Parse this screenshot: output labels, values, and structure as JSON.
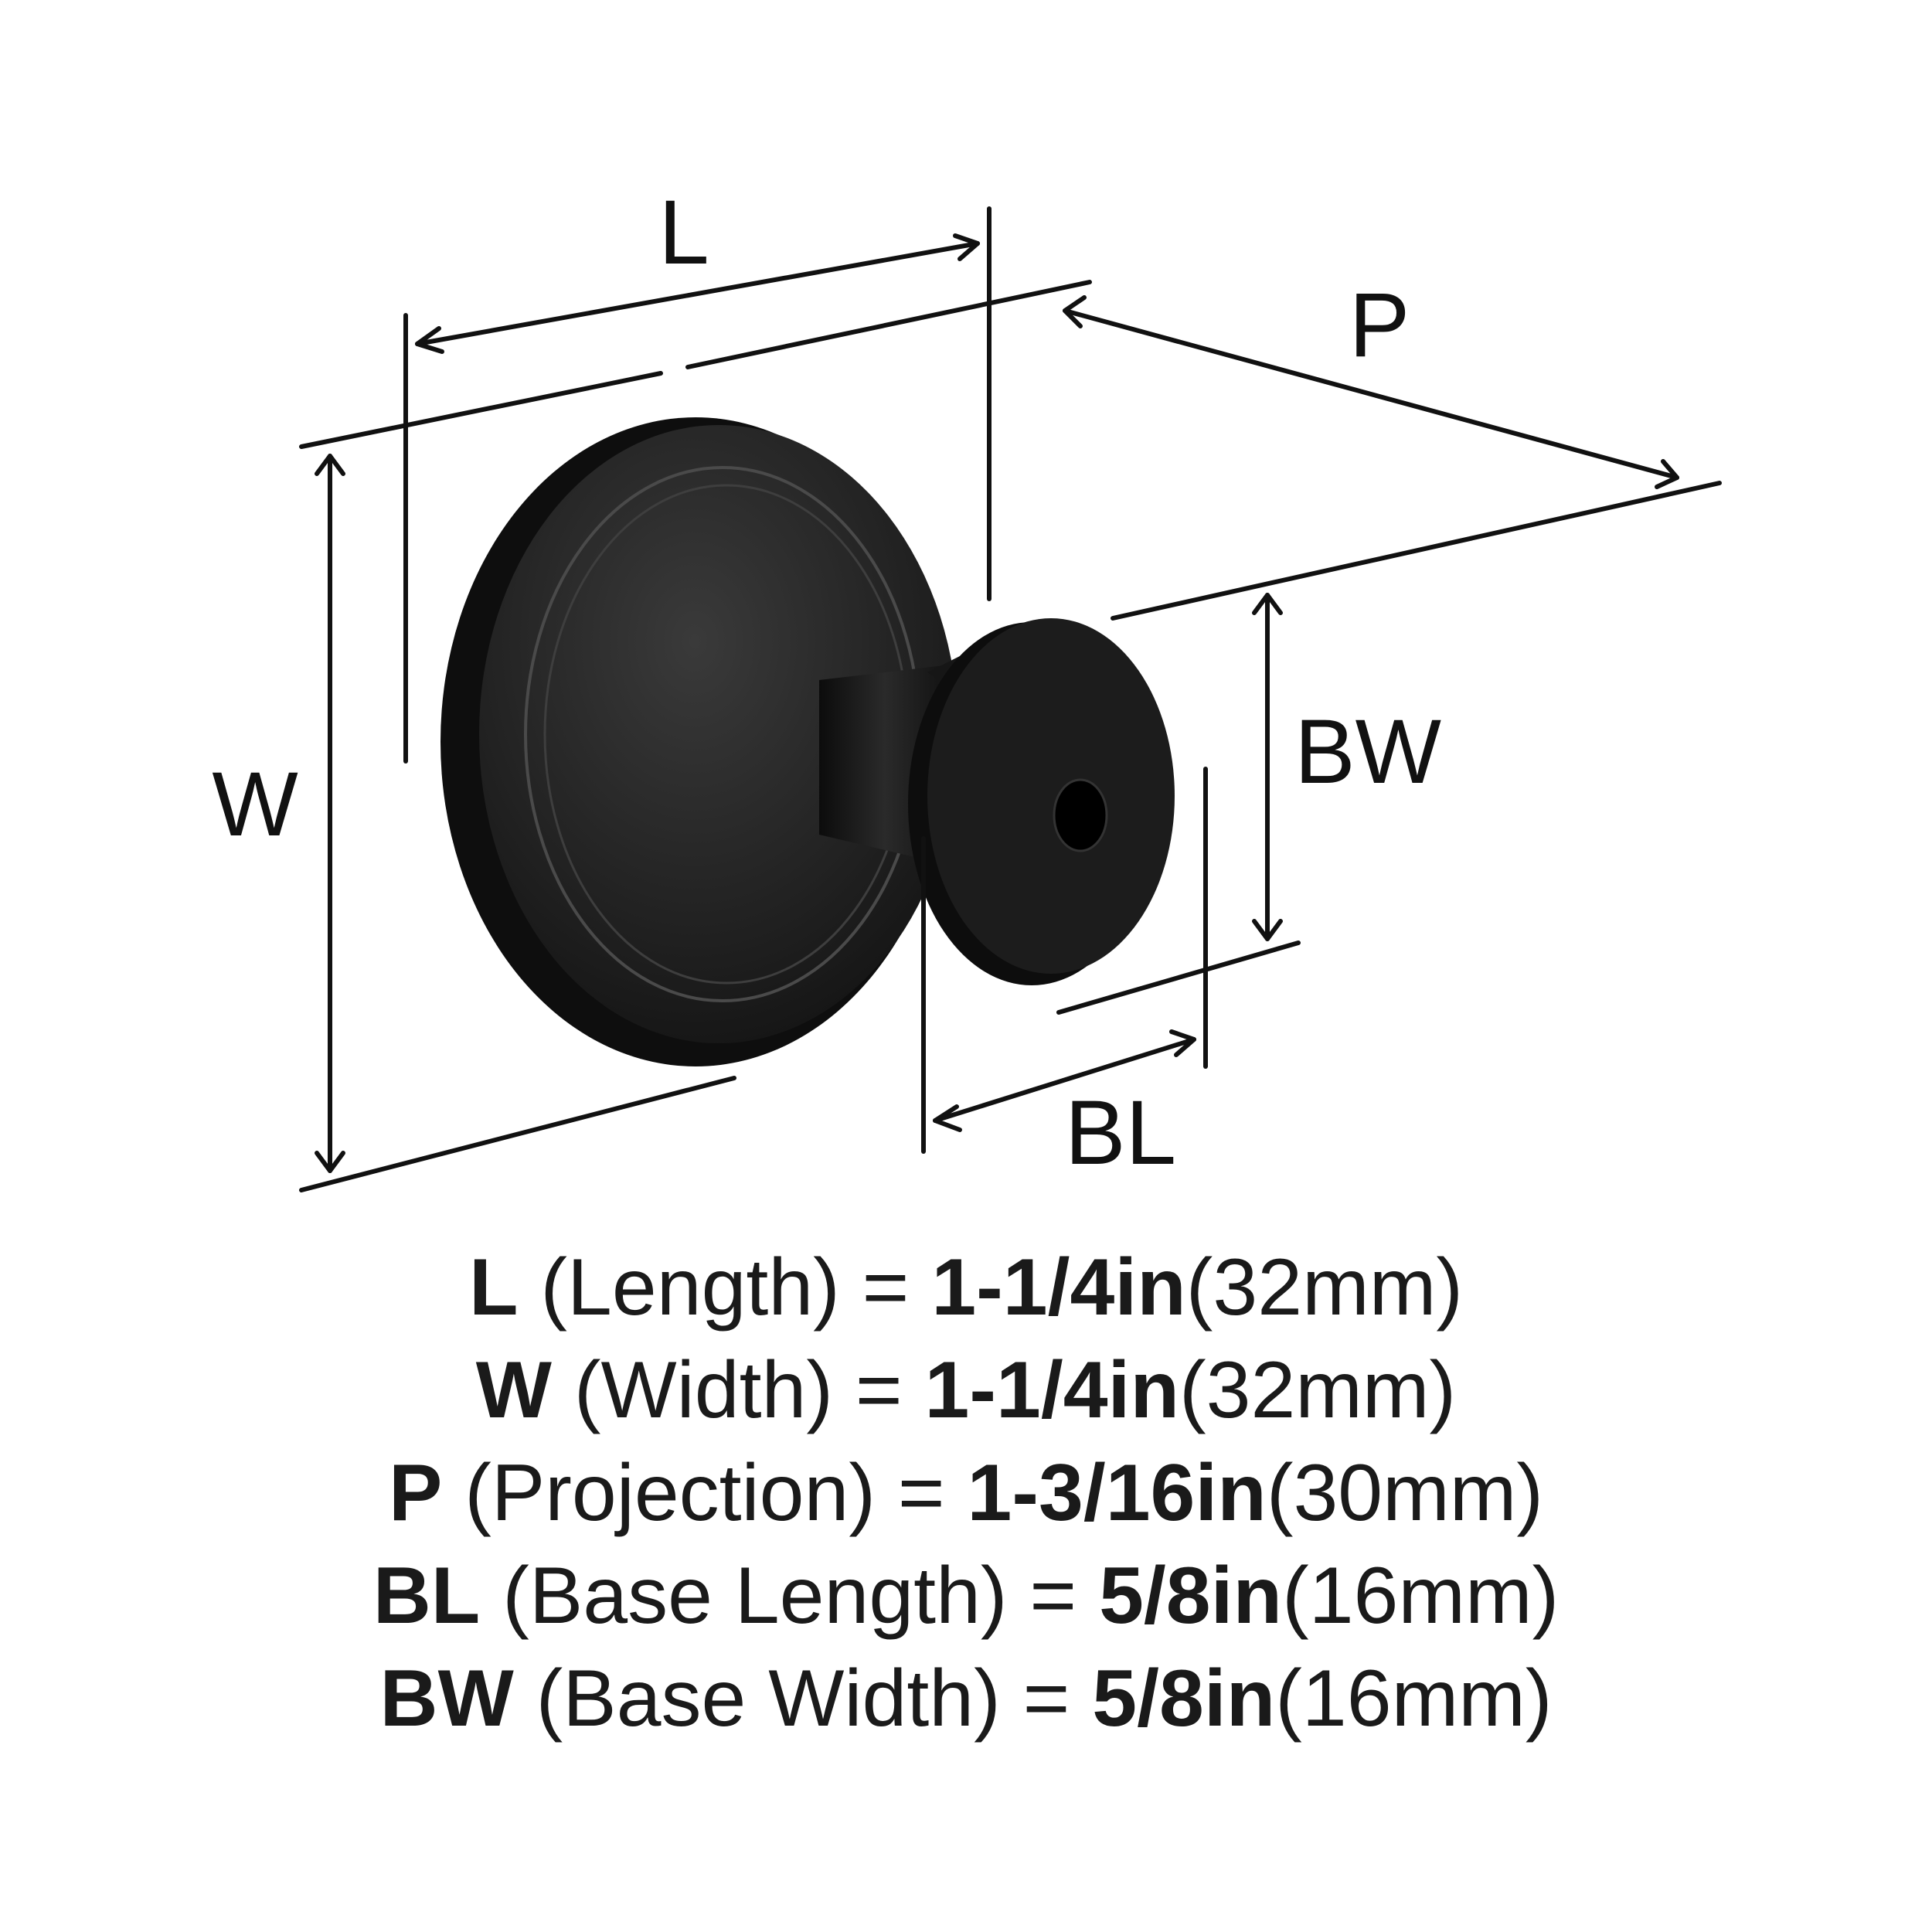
{
  "diagram": {
    "labels": {
      "L": "L",
      "W": "W",
      "P": "P",
      "BW": "BW",
      "BL": "BL"
    },
    "product_color": "#1c1c1c",
    "line_color": "#111111"
  },
  "specs": [
    {
      "symbol": "L",
      "name": " (Length) = ",
      "imperial": "1-1/4in",
      "metric": "(32mm)"
    },
    {
      "symbol": "W",
      "name": " (Width) = ",
      "imperial": "1-1/4in",
      "metric": "(32mm)"
    },
    {
      "symbol": "P",
      "name": " (Projection) = ",
      "imperial": "1-3/16in",
      "metric": "(30mm)"
    },
    {
      "symbol": "BL",
      "name": " (Base Length) = ",
      "imperial": "5/8in",
      "metric": "(16mm)"
    },
    {
      "symbol": "BW",
      "name": " (Base Width) = ",
      "imperial": "5/8in",
      "metric": "(16mm)"
    }
  ]
}
